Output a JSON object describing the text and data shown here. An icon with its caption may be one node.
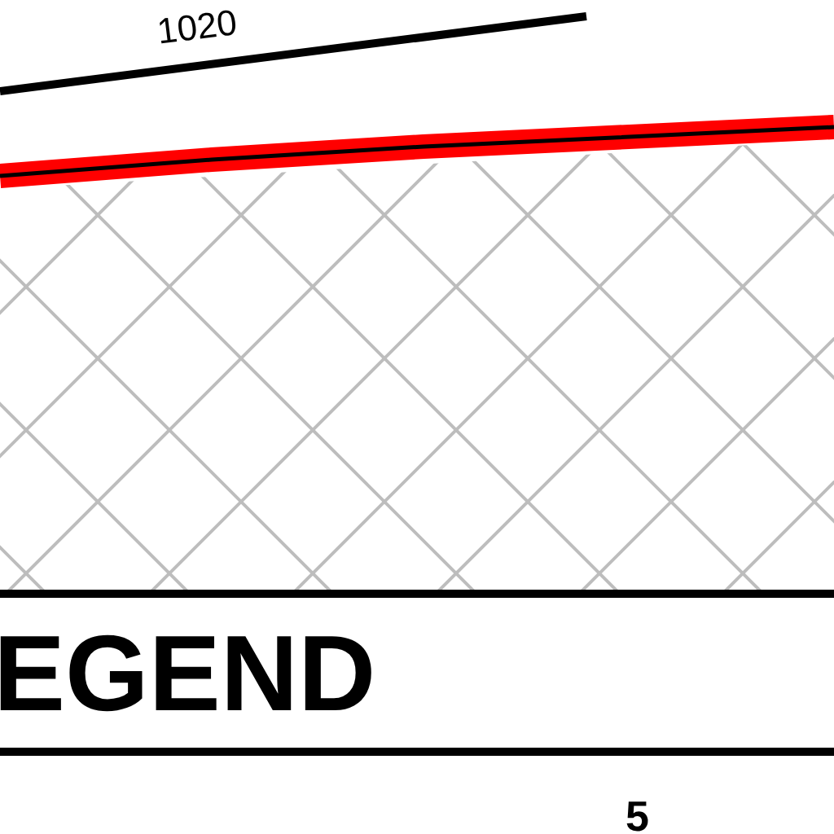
{
  "diagram": {
    "nodes": [
      {
        "text": [
          "EGEND"
        ]
      }
    ],
    "labels": [
      "1020",
      "5"
    ]
  }
}
